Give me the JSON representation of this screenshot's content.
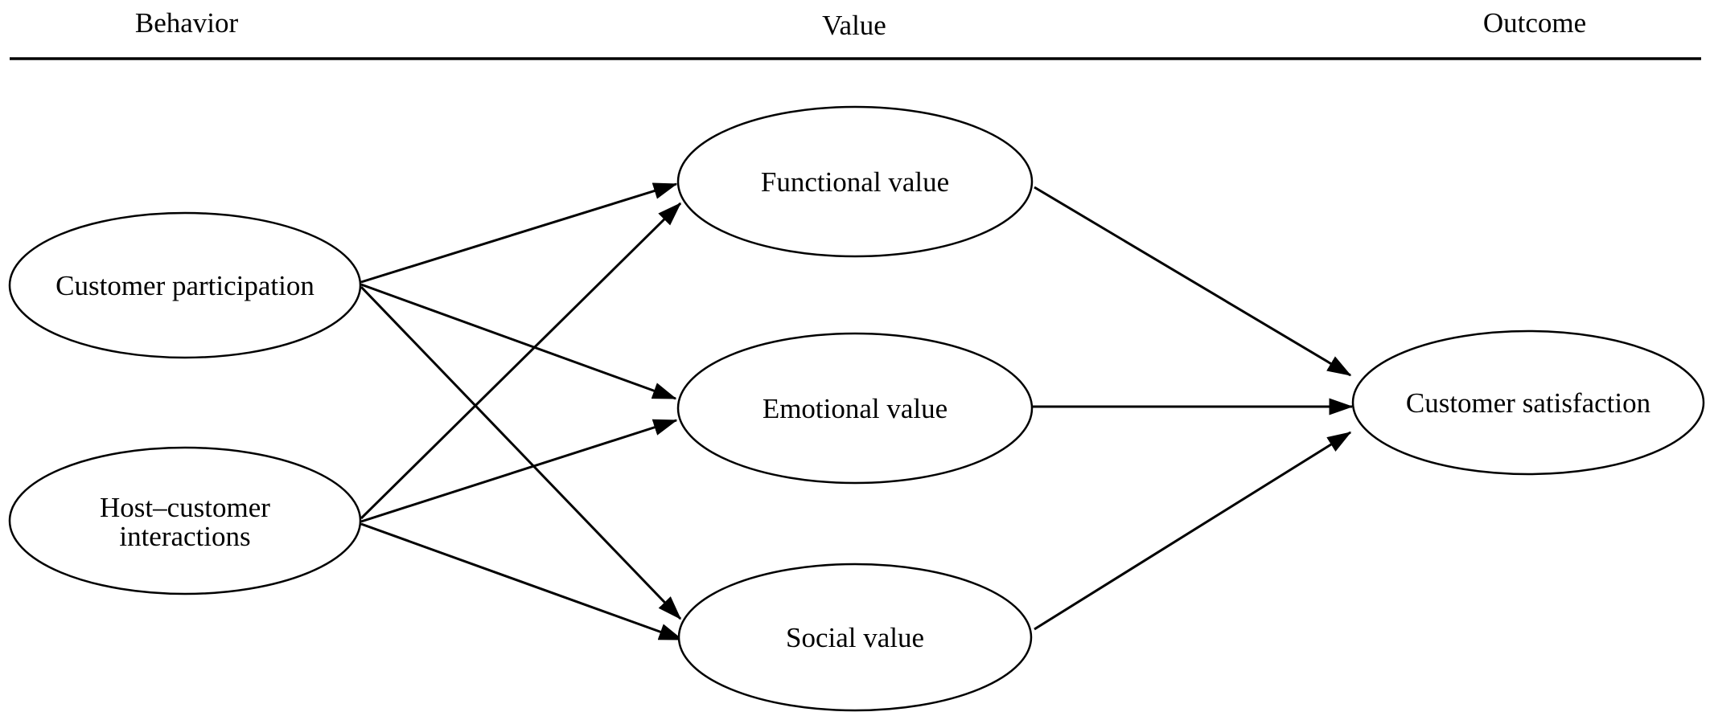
{
  "figure": {
    "type": "path-model-diagram",
    "columns": [
      {
        "title": "Behavior",
        "nodes": [
          "Customer participation",
          "Host–customer interactions"
        ]
      },
      {
        "title": "Value",
        "nodes": [
          "Functional value",
          "Emotional value",
          "Social value"
        ]
      },
      {
        "title": "Outcome",
        "nodes": [
          "Customer satisfaction"
        ]
      }
    ],
    "nodes": {
      "customer_participation": {
        "label": "Customer participation"
      },
      "host_customer_interactions": {
        "label": "Host–customer interactions",
        "lines": [
          "Host–customer",
          "interactions"
        ]
      },
      "functional_value": {
        "label": "Functional value"
      },
      "emotional_value": {
        "label": "Emotional value"
      },
      "social_value": {
        "label": "Social value"
      },
      "customer_satisfaction": {
        "label": "Customer satisfaction"
      }
    },
    "edges": [
      {
        "from": "Customer participation",
        "to": "Functional value"
      },
      {
        "from": "Customer participation",
        "to": "Emotional value"
      },
      {
        "from": "Customer participation",
        "to": "Social value"
      },
      {
        "from": "Host–customer interactions",
        "to": "Functional value"
      },
      {
        "from": "Host–customer interactions",
        "to": "Emotional value"
      },
      {
        "from": "Host–customer interactions",
        "to": "Social value"
      },
      {
        "from": "Functional value",
        "to": "Customer satisfaction"
      },
      {
        "from": "Emotional value",
        "to": "Customer satisfaction"
      },
      {
        "from": "Social value",
        "to": "Customer satisfaction"
      }
    ],
    "colors": {
      "background": "#ffffff",
      "stroke": "#000000",
      "text": "#000000"
    }
  }
}
